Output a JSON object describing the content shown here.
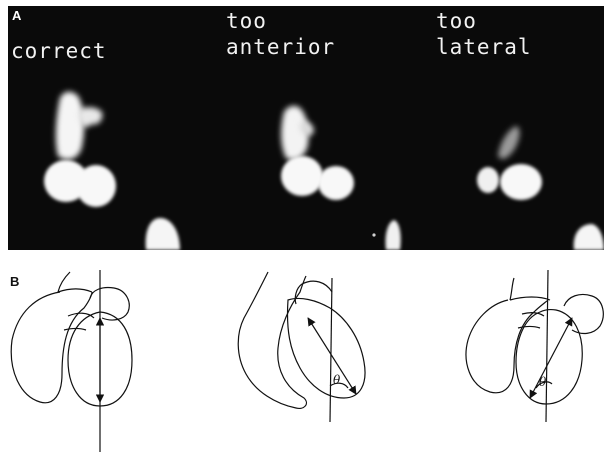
{
  "panel_a": {
    "letter": "A",
    "labels": {
      "correct": "correct",
      "too_anterior": "too\nanterior",
      "too_lateral": "too\nlateral"
    }
  },
  "panel_b": {
    "letter": "B",
    "angle_symbol": "θ"
  },
  "colors": {
    "scan_background": "#0a0a0a",
    "scan_signal": "#f5f5f5",
    "line_art": "#111111"
  }
}
